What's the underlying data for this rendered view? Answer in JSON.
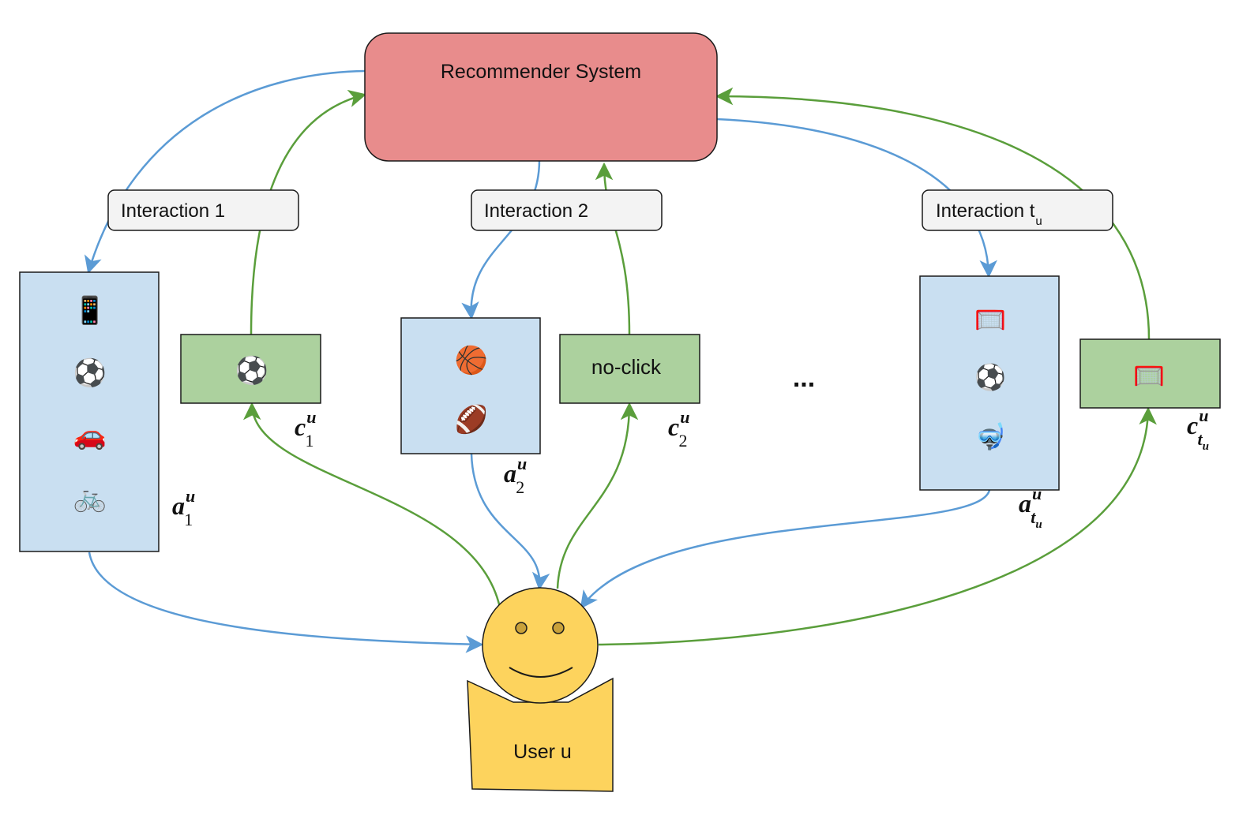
{
  "title": "Recommender System",
  "interactions": [
    {
      "label": "Interaction 1",
      "sub": ""
    },
    {
      "label": "Interaction 2",
      "sub": ""
    },
    {
      "label": "Interaction t",
      "sub": "u"
    }
  ],
  "user_label": "User u",
  "ellipsis": "...",
  "no_click": "no-click",
  "action_labels": [
    {
      "base": "a",
      "sup": "u",
      "sub": "1",
      "subsub": ""
    },
    {
      "base": "a",
      "sup": "u",
      "sub": "2",
      "subsub": ""
    },
    {
      "base": "a",
      "sup": "u",
      "sub": "t",
      "subsub": "u"
    }
  ],
  "click_labels": [
    {
      "base": "c",
      "sup": "u",
      "sub": "1",
      "subsub": ""
    },
    {
      "base": "c",
      "sup": "u",
      "sub": "2",
      "subsub": ""
    },
    {
      "base": "c",
      "sup": "u",
      "sub": "t",
      "subsub": "u"
    }
  ],
  "slates": [
    {
      "items": [
        {
          "glyph": "📱",
          "icon": "smartphone-icon"
        },
        {
          "glyph": "⚽",
          "icon": "soccer-ball-icon"
        },
        {
          "glyph": "🚗",
          "icon": "car-icon"
        },
        {
          "glyph": "🚲",
          "icon": "bicycle-icon"
        }
      ]
    },
    {
      "items": [
        {
          "glyph": "🏀",
          "icon": "basketball-icon"
        },
        {
          "glyph": "🏈",
          "icon": "football-icon"
        }
      ]
    },
    {
      "items": [
        {
          "glyph": "🥅",
          "icon": "goal-net-icon"
        },
        {
          "glyph": "⚽",
          "icon": "soccer-ball-icon"
        },
        {
          "glyph": "🤿",
          "icon": "diving-mask-icon"
        }
      ]
    }
  ],
  "clicks": [
    {
      "glyph": "⚽",
      "icon": "soccer-ball-icon"
    },
    {
      "text": "no-click"
    },
    {
      "glyph": "🥅",
      "icon": "goal-net-icon"
    }
  ],
  "colors": {
    "recommender_fill": "#e88c8c",
    "slate_fill": "#c9dff1",
    "click_fill": "#acd19e",
    "user_fill": "#fdd35d",
    "interaction_fill": "#f3f3f3",
    "blue_arrow": "#5b9bd5",
    "green_arrow": "#5a9e3b"
  }
}
